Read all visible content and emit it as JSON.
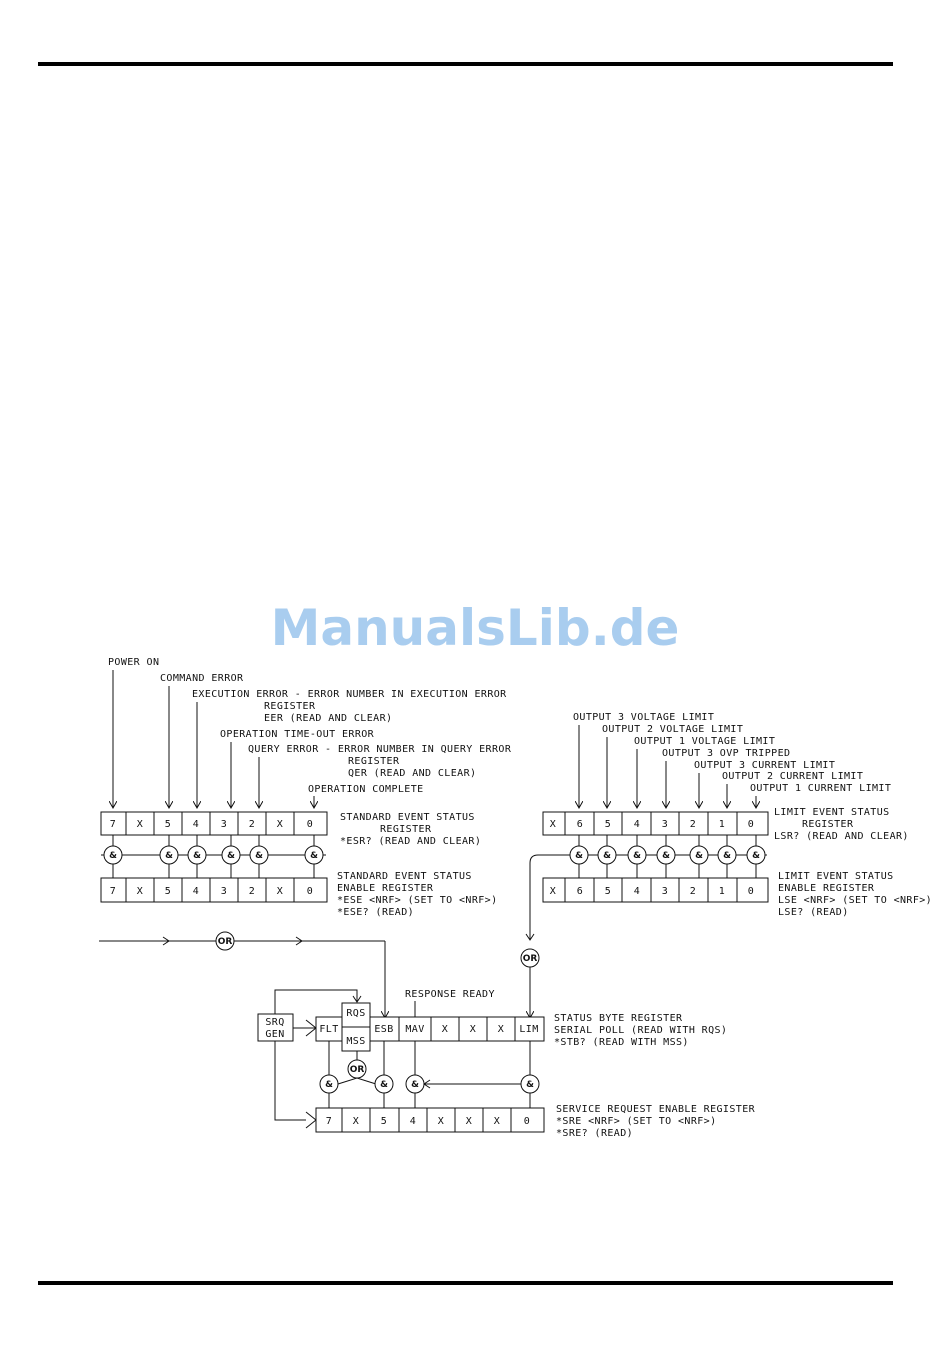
{
  "watermark": "ManualsLib.de",
  "ese": {
    "labels": {
      "power_on": "POWER ON",
      "command_error": "COMMAND ERROR",
      "execution_error": "EXECUTION ERROR - ERROR NUMBER IN EXECUTION ERROR",
      "execution_error_2": "REGISTER",
      "execution_error_3": "EER  (READ AND CLEAR)",
      "timeout_error": "OPERATION TIME-OUT ERROR",
      "query_error": "QUERY ERROR - ERROR NUMBER IN QUERY ERROR",
      "query_error_2": "REGISTER",
      "query_error_3": "QER  (READ AND CLEAR)",
      "operation_complete": "OPERATION COMPLETE"
    },
    "status_bits": [
      "7",
      "X",
      "5",
      "4",
      "3",
      "2",
      "X",
      "0"
    ],
    "status_title": [
      "STANDARD EVENT STATUS",
      "REGISTER",
      "*ESR? (READ AND CLEAR)"
    ],
    "enable_bits": [
      "7",
      "X",
      "5",
      "4",
      "3",
      "2",
      "X",
      "0"
    ],
    "enable_title": [
      "STANDARD EVENT STATUS",
      "ENABLE REGISTER",
      "*ESE  <NRF> (SET TO <NRF>)",
      "*ESE? (READ)"
    ]
  },
  "lse": {
    "labels": [
      "OUTPUT 3 VOLTAGE LIMIT",
      "OUTPUT 2 VOLTAGE LIMIT",
      "OUTPUT 1 VOLTAGE LIMIT",
      "OUTPUT 3 OVP TRIPPED",
      "OUTPUT 3 CURRENT LIMIT",
      "OUTPUT 2 CURRENT LIMIT",
      "OUTPUT 1 CURRENT LIMIT"
    ],
    "status_bits": [
      "X",
      "6",
      "5",
      "4",
      "3",
      "2",
      "1",
      "0"
    ],
    "status_title": [
      "LIMIT EVENT STATUS",
      "REGISTER",
      "LSR? (READ AND CLEAR)"
    ],
    "enable_bits": [
      "X",
      "6",
      "5",
      "4",
      "3",
      "2",
      "1",
      "0"
    ],
    "enable_title": [
      "LIMIT EVENT STATUS",
      "ENABLE REGISTER",
      "LSE <NRF> (SET TO <NRF>)",
      "LSE? (READ)"
    ]
  },
  "stb": {
    "srq_gen": [
      "SRQ",
      "GEN"
    ],
    "rqs": "RQS",
    "mss": "MSS",
    "bits": [
      "FLT",
      "ESB",
      "MAV",
      "X",
      "X",
      "X",
      "LIM"
    ],
    "response_ready": "RESPONSE READY",
    "title": [
      "STATUS BYTE REGISTER",
      "SERIAL POLL (READ WITH RQS)",
      "*STB? (READ WITH MSS)"
    ]
  },
  "sre": {
    "bits": [
      "7",
      "X",
      "5",
      "4",
      "X",
      "X",
      "X",
      "0"
    ],
    "title": [
      "SERVICE REQUEST ENABLE REGISTER",
      "*SRE <NRF> (SET TO <NRF>)",
      "*SRE? (READ)"
    ]
  },
  "gates": {
    "and": "&",
    "or": "OR"
  }
}
